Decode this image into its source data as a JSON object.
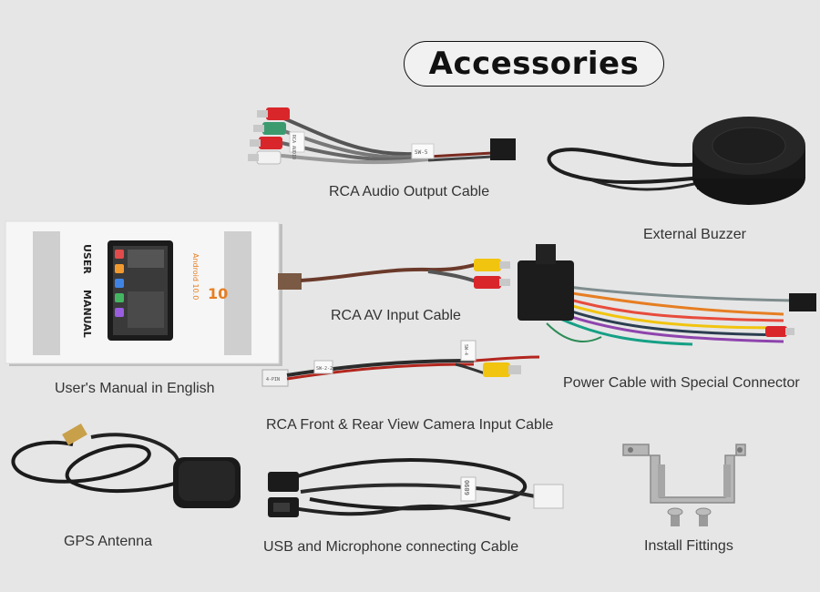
{
  "title": "Accessories",
  "manual": {
    "title_left": "USER",
    "title_right": "MANUAL",
    "android_text": "Android 10.0",
    "logo_text": "10"
  },
  "cable_tags": {
    "rca_audio": [
      "RCA AUDIO",
      "SW-5"
    ],
    "camera": [
      "4-PIN",
      "SW-2-2",
      "SW-4"
    ],
    "usb": [
      "0609"
    ]
  },
  "items": [
    {
      "id": "rca-audio",
      "label": "RCA Audio Output Cable"
    },
    {
      "id": "buzzer",
      "label": "External Buzzer"
    },
    {
      "id": "manual",
      "label": "User's Manual in English"
    },
    {
      "id": "rca-av",
      "label": "RCA AV Input Cable"
    },
    {
      "id": "power",
      "label": "Power Cable with Special Connector"
    },
    {
      "id": "camera",
      "label": "RCA Front & Rear View Camera Input Cable"
    },
    {
      "id": "gps",
      "label": "GPS Antenna"
    },
    {
      "id": "usb",
      "label": "USB and Microphone connecting Cable"
    },
    {
      "id": "fittings",
      "label": "Install Fittings"
    }
  ]
}
